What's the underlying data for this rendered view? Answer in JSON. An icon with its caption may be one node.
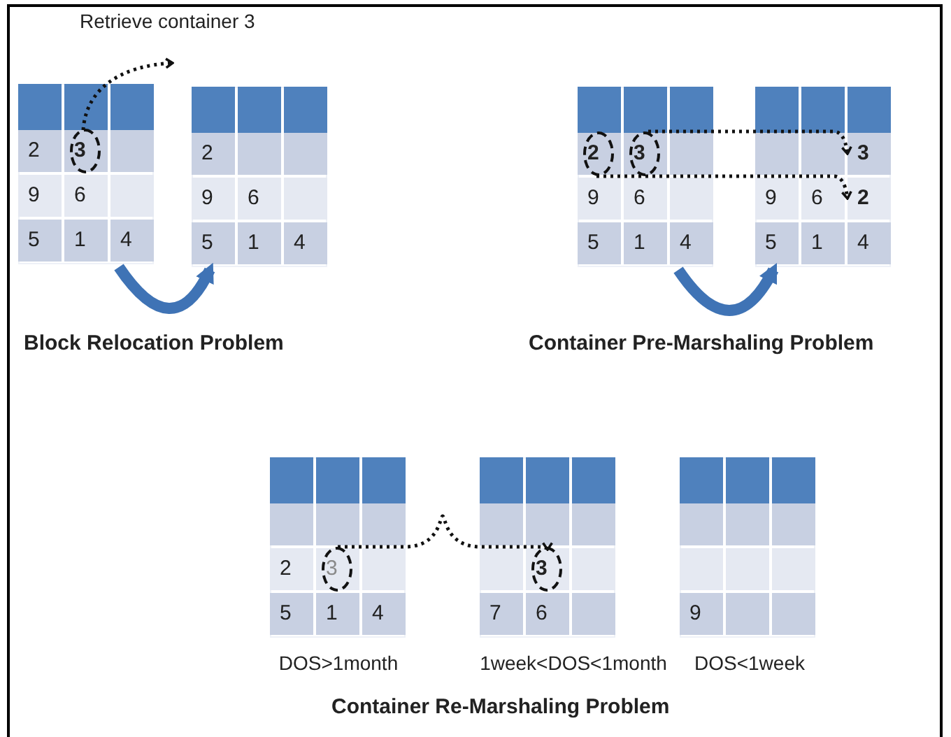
{
  "diagram": {
    "nodes": [
      {
        "text": [],
        "shape": "box"
      },
      {
        "text": [
          "2"
        ],
        "in": 0
      },
      {
        "text": [
          "3"
        ],
        "in": 0
      },
      {
        "text": [],
        "shape": "box",
        "in": 0
      },
      {
        "text": [
          "9"
        ],
        "in": 0
      },
      {
        "text": [
          "6"
        ],
        "in": 0
      },
      {
        "text": [],
        "shape": "box",
        "in": 0
      },
      {
        "text": [
          "5"
        ],
        "in": 0
      },
      {
        "text": [
          "1"
        ],
        "in": 0
      },
      {
        "text": [
          "4"
        ],
        "in": 0
      },
      {
        "text": [],
        "shape": "box"
      },
      {
        "text": [
          "2"
        ],
        "in": 10
      },
      {
        "text": [],
        "shape": "box",
        "in": 10
      },
      {
        "text": [],
        "shape": "box",
        "in": 10
      },
      {
        "text": [
          "9"
        ],
        "in": 10
      },
      {
        "text": [
          "6"
        ],
        "in": 10
      },
      {
        "text": [],
        "shape": "box",
        "in": 10
      },
      {
        "text": [
          "5"
        ],
        "in": 10
      },
      {
        "text": [
          "1"
        ],
        "in": 10
      },
      {
        "text": [
          "4"
        ],
        "in": 10
      },
      {
        "text": [],
        "shape": "box"
      },
      {
        "text": [
          "2"
        ],
        "in": 20
      },
      {
        "text": [
          "3"
        ],
        "in": 20
      },
      {
        "text": [],
        "shape": "box",
        "in": 20
      },
      {
        "text": [
          "9"
        ],
        "in": 20
      },
      {
        "text": [
          "6"
        ],
        "in": 20
      },
      {
        "text": [],
        "shape": "box",
        "in": 20
      },
      {
        "text": [
          "5"
        ],
        "in": 20
      },
      {
        "text": [
          "1"
        ],
        "in": 20
      },
      {
        "text": [
          "4"
        ],
        "in": 20
      },
      {
        "text": [],
        "shape": "box"
      },
      {
        "text": [],
        "shape": "box",
        "in": 30
      },
      {
        "text": [],
        "shape": "box",
        "in": 30
      },
      {
        "text": [
          "3"
        ],
        "in": 30
      },
      {
        "text": [
          "9"
        ],
        "in": 30
      },
      {
        "text": [
          "6"
        ],
        "in": 30
      },
      {
        "text": [
          "2"
        ],
        "in": 30
      },
      {
        "text": [
          "5"
        ],
        "in": 30
      },
      {
        "text": [
          "1"
        ],
        "in": 30
      },
      {
        "text": [
          "4"
        ],
        "in": 30
      },
      {
        "text": [],
        "shape": "box"
      },
      {
        "text": [],
        "shape": "box",
        "in": 40
      },
      {
        "text": [],
        "shape": "box",
        "in": 40
      },
      {
        "text": [],
        "shape": "box",
        "in": 40
      },
      {
        "text": [
          "2"
        ],
        "in": 40
      },
      {
        "text": [
          "3"
        ],
        "in": 40
      },
      {
        "text": [],
        "shape": "box",
        "in": 40
      },
      {
        "text": [
          "5"
        ],
        "in": 40
      },
      {
        "text": [
          "1"
        ],
        "in": 40
      },
      {
        "text": [
          "4"
        ],
        "in": 40
      },
      {
        "text": [],
        "shape": "box"
      },
      {
        "text": [],
        "shape": "box",
        "in": 50
      },
      {
        "text": [],
        "shape": "box",
        "in": 50
      },
      {
        "text": [],
        "shape": "box",
        "in": 50
      },
      {
        "text": [],
        "shape": "box",
        "in": 50
      },
      {
        "text": [
          "3"
        ],
        "in": 50
      },
      {
        "text": [],
        "shape": "box",
        "in": 50
      },
      {
        "text": [
          "7"
        ],
        "in": 50
      },
      {
        "text": [
          "6"
        ],
        "in": 50
      },
      {
        "text": [],
        "shape": "box",
        "in": 50
      },
      {
        "text": [],
        "shape": "box"
      },
      {
        "text": [],
        "shape": "box",
        "in": 60
      },
      {
        "text": [],
        "shape": "box",
        "in": 60
      },
      {
        "text": [],
        "shape": "box",
        "in": 60
      },
      {
        "text": [],
        "shape": "box",
        "in": 60
      },
      {
        "text": [],
        "shape": "box",
        "in": 60
      },
      {
        "text": [],
        "shape": "box",
        "in": 60
      },
      {
        "text": [
          "9"
        ],
        "in": 60
      },
      {
        "text": [],
        "shape": "box",
        "in": 60
      },
      {
        "text": [],
        "shape": "box",
        "in": 60
      }
    ],
    "edges": [
      {
        "from": 2,
        "to": null,
        "arrow": "to",
        "style": "dashed"
      },
      {
        "from": 22,
        "to": 33,
        "arrow": "to",
        "style": "dashed"
      },
      {
        "from": 21,
        "to": 36,
        "arrow": "to",
        "style": "dashed"
      },
      {
        "from": 45,
        "to": 55,
        "arrow": "to",
        "style": "dashed"
      },
      {
        "from": 0,
        "to": 10,
        "arrow": "to",
        "style": "thick",
        "color": "#3f73b5"
      },
      {
        "from": 20,
        "to": 30,
        "arrow": "to",
        "style": "thick",
        "color": "#3f73b5"
      }
    ],
    "labels": [
      "Retrieve container 3",
      "Block Relocation Problem",
      "Container Pre-Marshaling Problem",
      "DOS>1month",
      "1week<DOS<1month",
      "DOS<1week",
      "Container Re-Marshaling Problem"
    ]
  }
}
